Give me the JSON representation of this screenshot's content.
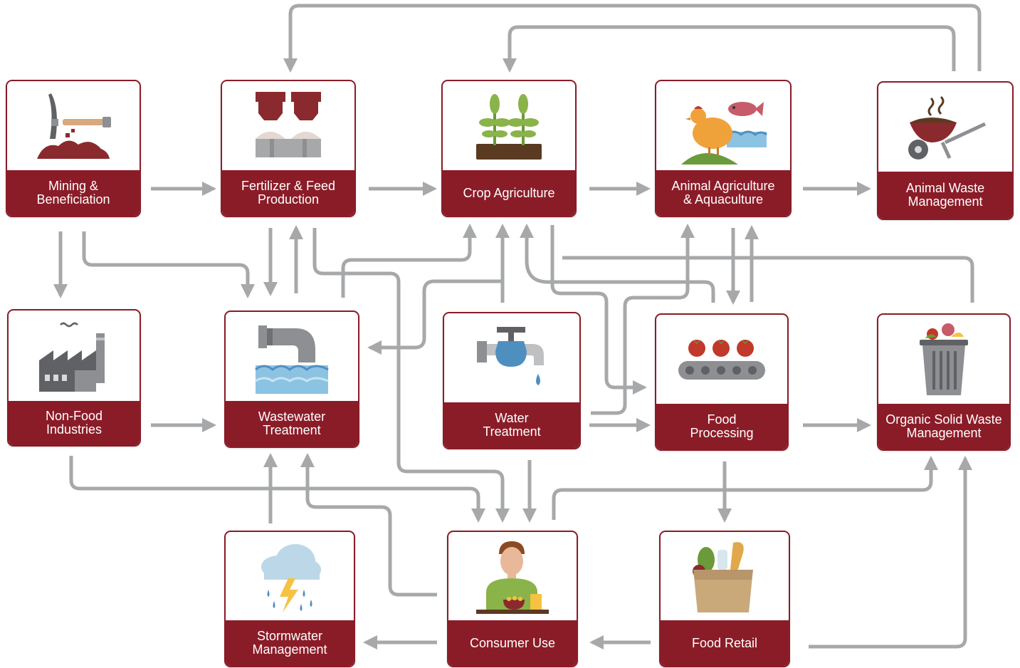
{
  "nodes": {
    "mining": {
      "label": "Mining &\nBeneficiation",
      "icon": "pickaxe-icon"
    },
    "fertilizer": {
      "label": "Fertilizer & Feed\nProduction",
      "icon": "fertilizer-hopper-icon"
    },
    "crop": {
      "label": "Crop Agriculture",
      "icon": "crop-plants-icon"
    },
    "animal": {
      "label": "Animal Agriculture\n& Aquaculture",
      "icon": "chicken-fish-icon"
    },
    "animal_waste": {
      "label": "Animal Waste\nManagement",
      "icon": "wheelbarrow-icon"
    },
    "non_food": {
      "label": "Non-Food\nIndustries",
      "icon": "factory-icon"
    },
    "wastewater": {
      "label": "Wastewater\nTreatment",
      "icon": "drain-pipe-icon"
    },
    "water": {
      "label": "Water\nTreatment",
      "icon": "faucet-icon"
    },
    "food_processing": {
      "label": "Food\nProcessing",
      "icon": "conveyor-tomatoes-icon"
    },
    "organic_waste": {
      "label": "Organic Solid Waste\nManagement",
      "icon": "trash-bin-icon"
    },
    "stormwater": {
      "label": "Stormwater\nManagement",
      "icon": "storm-cloud-icon"
    },
    "consumer": {
      "label": "Consumer Use",
      "icon": "person-meal-icon"
    },
    "food_retail": {
      "label": "Food Retail",
      "icon": "grocery-bag-icon"
    }
  },
  "colors": {
    "label_bg": "#8a1c28",
    "border": "#8a1c28",
    "arrow": "#a7a8aa",
    "label_text": "#ffffff"
  }
}
